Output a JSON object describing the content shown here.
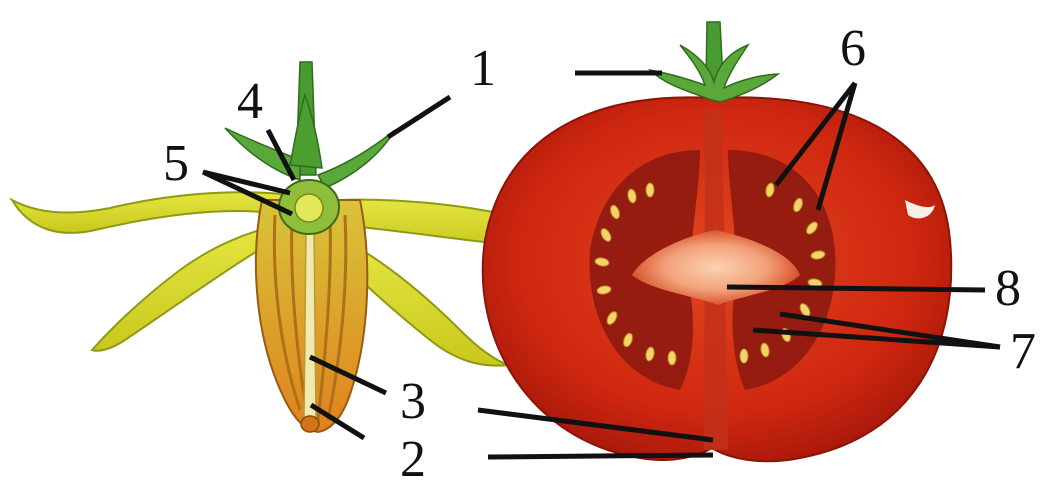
{
  "labels": {
    "n1": "1",
    "n2": "2",
    "n3": "3",
    "n4": "4",
    "n5": "5",
    "n6": "6",
    "n7": "7",
    "n8": "8"
  },
  "colors": {
    "petal": "#d9dc2a",
    "petal_edge": "#8e9a12",
    "sepal": "#3f9a2c",
    "tomato_skin": "#d4200e",
    "tomato_flesh": "#c83a1b",
    "locule": "#8e1a10",
    "seed": "#f4d36a",
    "core": "#f7b48e",
    "leader": "#111111"
  }
}
